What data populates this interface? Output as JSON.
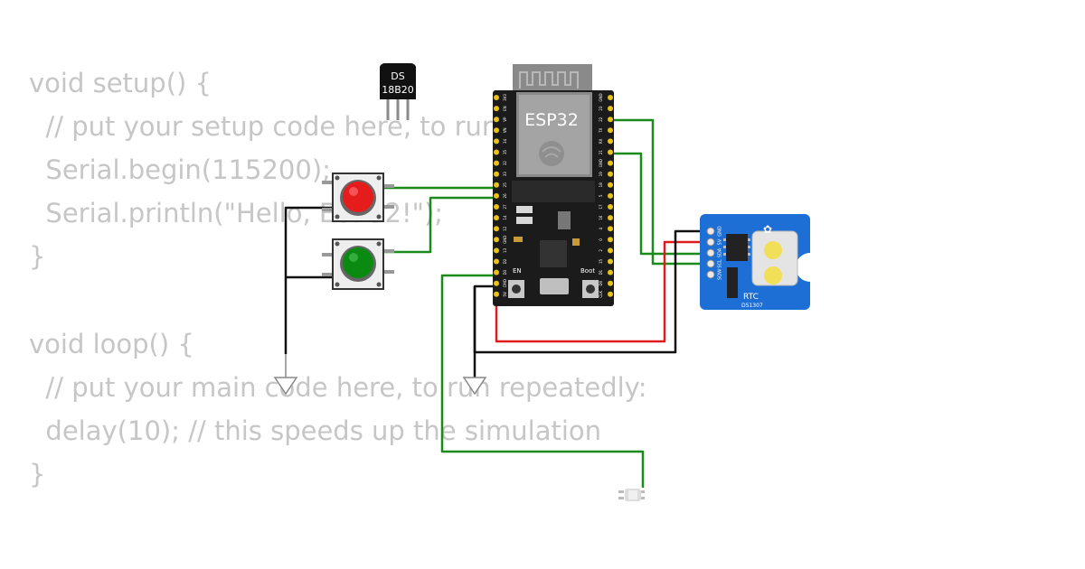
{
  "code": {
    "lines": [
      "void setup() {",
      "  // put your setup code here, to run once:",
      "  Serial.begin(115200);",
      "  Serial.println(\"Hello, ESP32!\");",
      "}",
      "",
      "void loop() {",
      "  // put your main code here, to run repeatedly:",
      "  delay(10); // this speeds up the simulation",
      "}"
    ]
  },
  "components": {
    "temp_sensor": {
      "label_line1": "DS",
      "label_line2": "18B20"
    },
    "esp32": {
      "label": "ESP32",
      "en_label": "EN",
      "boot_label": "Boot",
      "left_pins": [
        "3V3",
        "EN",
        "VP",
        "VN",
        "34",
        "35",
        "32",
        "33",
        "25",
        "26",
        "27",
        "14",
        "12",
        "GND",
        "13",
        "D2",
        "D3",
        "CMD",
        "5V"
      ],
      "right_pins": [
        "GND",
        "23",
        "22",
        "TX",
        "RX",
        "21",
        "GND",
        "19",
        "18",
        "5",
        "17",
        "16",
        "4",
        "0",
        "2",
        "15",
        "D1",
        "D0",
        "CLK"
      ]
    },
    "rtc": {
      "pins": [
        "GND",
        "5V",
        "SDA",
        "SCL",
        "SQW"
      ],
      "label": "RTC",
      "model": "DS1307"
    },
    "buttons": [
      {
        "color": "red"
      },
      {
        "color": "green"
      }
    ],
    "led": {
      "color": "white"
    }
  },
  "colors": {
    "wire_green": "#1a8a1a",
    "wire_red": "#e01b1b",
    "wire_black": "#111111",
    "board_black": "#1b1b1b",
    "rtc_blue": "#1d6fd6",
    "code_gray": "#c6c6c6"
  }
}
